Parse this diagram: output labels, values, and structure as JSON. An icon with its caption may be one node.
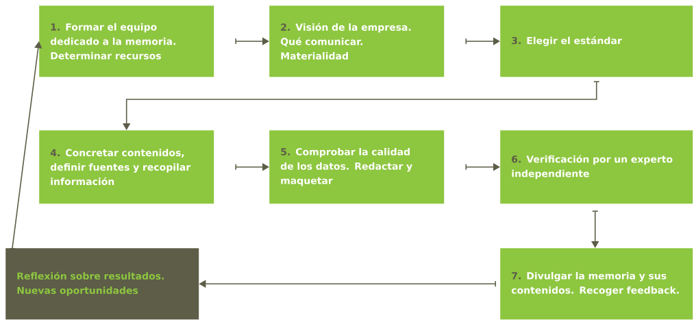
{
  "diagram": {
    "nodes": [
      {
        "text": [
          "1.",
          "Formar el equipo dedicado a la memoria. Determinar recursos"
        ]
      },
      {
        "text": [
          "2.",
          "Visión de la empresa. Qué comunicar. Materialidad"
        ]
      },
      {
        "text": [
          "3.",
          "Elegir el estándar"
        ]
      },
      {
        "text": [
          "4.",
          "Concretar contenidos, definir fuentes y recopilar información"
        ]
      },
      {
        "text": [
          "5.",
          "Comprobar la calidad de los datos. Redactar y maquetar"
        ]
      },
      {
        "text": [
          "6.",
          "Verificación por un experto independiente"
        ]
      },
      {
        "text": [
          "7.",
          "Divulgar la memoria y sus contenidos. Recoger feedback."
        ]
      },
      {
        "text": [
          "Reflexión sobre resultados. Nuevas oportunidades"
        ]
      }
    ],
    "edges": [
      {
        "from": 0,
        "to": 1,
        "arrow": "to"
      },
      {
        "from": 1,
        "to": 2,
        "arrow": "to"
      },
      {
        "from": 2,
        "to": 3,
        "arrow": "to"
      },
      {
        "from": 3,
        "to": 4,
        "arrow": "to"
      },
      {
        "from": 4,
        "to": 5,
        "arrow": "to"
      },
      {
        "from": 5,
        "to": 6,
        "arrow": "to"
      },
      {
        "from": 6,
        "to": 7,
        "arrow": "to"
      },
      {
        "from": 7,
        "to": 0,
        "arrow": "to"
      }
    ]
  }
}
